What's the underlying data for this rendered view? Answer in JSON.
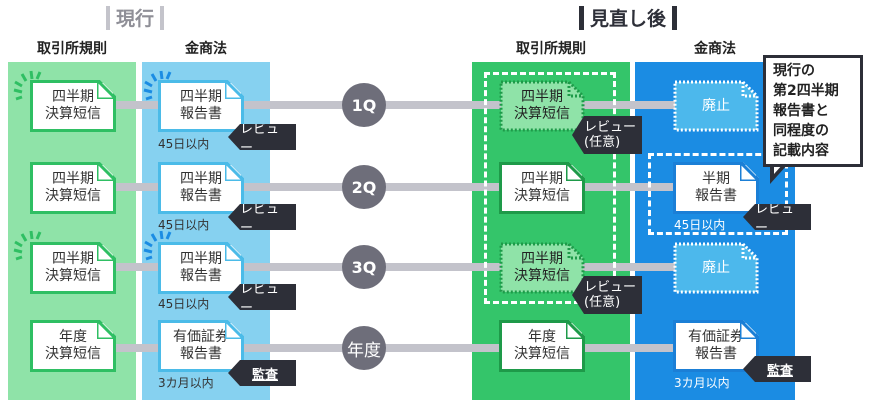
{
  "sections": {
    "current": {
      "title": "現行"
    },
    "revised": {
      "title": "見直し後"
    }
  },
  "columns": {
    "exchange_rules": "取引所規則",
    "fiea": "金商法"
  },
  "periods": [
    "1Q",
    "2Q",
    "3Q",
    "年度"
  ],
  "current": {
    "exchange_docs": [
      "四半期\n決算短信",
      "四半期\n決算短信",
      "四半期\n決算短信",
      "年度\n決算短信"
    ],
    "fiea_docs": [
      "四半期\n報告書",
      "四半期\n報告書",
      "四半期\n報告書",
      "有価証券\n報告書"
    ],
    "fiea_badges": [
      "レビュー",
      "レビュー",
      "レビュー",
      "監査"
    ],
    "fiea_deadlines": [
      "45日以内",
      "45日以内",
      "45日以内",
      "3カ月以内"
    ]
  },
  "revised": {
    "exchange_docs": [
      "四半期\n決算短信",
      "四半期\n決算短信",
      "四半期\n決算短信",
      "年度\n決算短信"
    ],
    "exchange_badges": [
      "レビュー\n(任意)",
      "レビュー\n(任意)"
    ],
    "fiea_docs": [
      "廃止",
      "半期\n報告書",
      "廃止",
      "有価証券\n報告書"
    ],
    "fiea_badges": [
      "レビュー",
      "監査"
    ],
    "fiea_deadlines": [
      "45日以内",
      "3カ月以内"
    ]
  },
  "callout": {
    "text": "現行の\n第2四半期\n報告書と\n同程度の\n記載内容"
  },
  "colors": {
    "light_green": "#8fe3a8",
    "light_blue": "#86d1f0",
    "green": "#34c56a",
    "blue": "#1b8ce3",
    "dark": "#2d2f38",
    "circle": "#6e6e7a",
    "line": "#c3c3cb"
  }
}
